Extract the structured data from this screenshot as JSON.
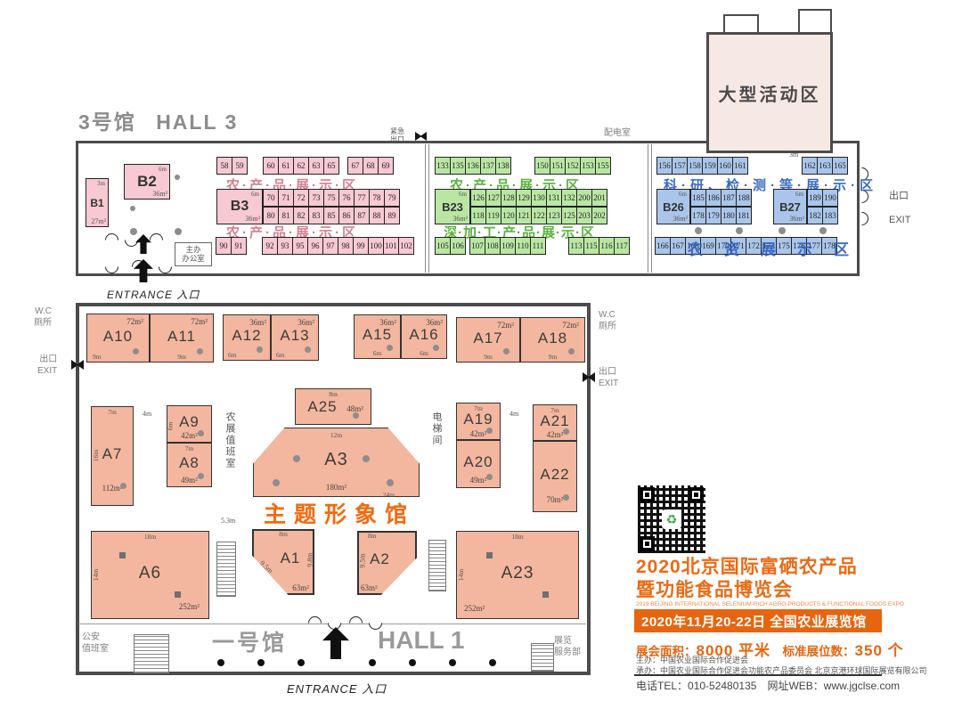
{
  "hall3": {
    "title_cn": "3号馆",
    "title_en": "HALL 3",
    "activity_area": "大型活动区",
    "power_room": "配电室",
    "emergency_exit": "紧急\n出口",
    "exit_cn": "出口",
    "exit_en": "EXIT",
    "office": "主办\n办公室",
    "entrance": "ENTRANCE 入口",
    "pink": {
      "label1": "农·产·品·展·示·区",
      "label2": "农·产·品·展·示·区",
      "b1": {
        "name": "B1",
        "area": "27m²",
        "dim": "3m"
      },
      "b2": {
        "name": "B2",
        "area": "36m²",
        "dim": "6m"
      },
      "b3": {
        "name": "B3",
        "area": "36m²",
        "dim": "6m"
      },
      "row1a": [
        "58",
        "59"
      ],
      "row1b": [
        "60",
        "61",
        "62",
        "63",
        "65"
      ],
      "row1c": [
        "67",
        "68",
        "69"
      ],
      "row2a": [
        "70",
        "71",
        "72",
        "73",
        "75",
        "76",
        "77",
        "78",
        "79"
      ],
      "row2b": [
        "80",
        "81",
        "82",
        "83",
        "85",
        "86",
        "87",
        "88",
        "89"
      ],
      "row3a": [
        "90",
        "91"
      ],
      "row3b": [
        "92",
        "93",
        "95",
        "96",
        "97",
        "98",
        "99",
        "100",
        "101",
        "102"
      ]
    },
    "green": {
      "label1": "农·产·品·展·示·区",
      "label2": "深·加·工·产·品·展·示·区",
      "b23": {
        "name": "B23",
        "area": "36m²",
        "dim": "6m"
      },
      "row1a": [
        "133",
        "135",
        "136",
        "137",
        "138"
      ],
      "row1b": [
        "150",
        "151",
        "152",
        "153",
        "155"
      ],
      "row2a": [
        "126",
        "127",
        "128",
        "129",
        "130",
        "131",
        "132",
        "200",
        "201"
      ],
      "row2b": [
        "118",
        "119",
        "120",
        "121",
        "122",
        "123",
        "125",
        "203",
        "202"
      ],
      "row3a": [
        "105",
        "106"
      ],
      "row3b": [
        "107",
        "108",
        "109",
        "110",
        "111"
      ],
      "row3c": [
        "113",
        "115",
        "116",
        "117"
      ]
    },
    "blue": {
      "label1": "科·研、检·测·等·展·示·区",
      "overlay": "农资展示区",
      "dim3m": "3m",
      "b26": {
        "name": "B26",
        "area": "36m²",
        "dim": "6m"
      },
      "b27": {
        "name": "B27",
        "area": "36m²",
        "dim": "6m"
      },
      "row1a": [
        "156",
        "157",
        "158",
        "159",
        "160",
        "161"
      ],
      "row1b": [
        "162",
        "163",
        "165"
      ],
      "b26r1": [
        "185",
        "186",
        "187",
        "188"
      ],
      "b26r2": [
        "178",
        "179",
        "180",
        "181"
      ],
      "b27r1": [
        "189",
        "190"
      ],
      "b27r2": [
        "182",
        "183"
      ],
      "row3": [
        "166",
        "167",
        "168",
        "169",
        "170",
        "171",
        "172",
        "173",
        "175",
        "176",
        "177",
        "178"
      ]
    }
  },
  "hall1": {
    "hall_cn": "一号馆",
    "hall_en": "HALL 1",
    "entrance": "ENTRANCE 入口",
    "theme_label": "主题形象馆",
    "wc": "W.C\n厕所",
    "exit": "出口\nEXIT",
    "duty_room": "农展值班室",
    "elevator": "电梯间",
    "police": "公安\n值班室",
    "service": "展览\n服务部",
    "m4a": "4m",
    "m4b": "4m",
    "m53": "5.3m",
    "booths": {
      "a10": {
        "name": "A10",
        "area": "72m²",
        "dim_bottom": "9m"
      },
      "a11": {
        "name": "A11",
        "area": "72m²",
        "dim_bottom": "9m"
      },
      "a12": {
        "name": "A12",
        "area": "36m²",
        "dim_bottom": "6m"
      },
      "a13": {
        "name": "A13",
        "area": "36m²",
        "dim_bottom": "6m"
      },
      "a15": {
        "name": "A15",
        "area": "36m²",
        "dim_bottom": "6m"
      },
      "a16": {
        "name": "A16",
        "area": "36m²",
        "dim_bottom": "6m"
      },
      "a17": {
        "name": "A17",
        "area": "72m²",
        "dim_bottom": "9m"
      },
      "a18": {
        "name": "A18",
        "area": "72m²",
        "dim_bottom": "9m"
      },
      "a25": {
        "name": "A25",
        "area": "48m²",
        "dim_top": "8m"
      },
      "a9": {
        "name": "A9",
        "area": "42m²",
        "dim_left": "6m"
      },
      "a8": {
        "name": "A8",
        "area": "49m²",
        "dim_top": "7m"
      },
      "a7": {
        "name": "A7",
        "area": "112m²",
        "dim_top": "7m",
        "dim_left": "16m"
      },
      "a3": {
        "name": "A3",
        "area": "180m²",
        "dim_top": "12m",
        "dim_bottom": "24m"
      },
      "a19": {
        "name": "A19",
        "area": "42m²",
        "dim_top": "7m"
      },
      "a20": {
        "name": "A20",
        "area": "49m²"
      },
      "a21": {
        "name": "A21",
        "area": "42m²",
        "dim_top": "7m"
      },
      "a22": {
        "name": "A22",
        "area": "70m²"
      },
      "a6": {
        "name": "A6",
        "area": "252m²",
        "dim_top": "18m",
        "dim_left": "14m"
      },
      "a1": {
        "name": "A1",
        "area": "63m²",
        "dim_top": "8m",
        "dim_right": "9.8m",
        "dim_diag": "9.5m"
      },
      "a2": {
        "name": "A2",
        "area": "63m²",
        "dim_top": "8m",
        "dim_left": "9.5m"
      },
      "a23": {
        "name": "A23",
        "area": "252m²",
        "dim_top": "18m",
        "dim_left": "14m"
      }
    }
  },
  "info": {
    "title_line1": "2020北京国际富硒农产品",
    "title_line2": "暨功能食品博览会",
    "subtitle_en": "2019 BEIJING INTERNATIONAL SELENIUM-RICH AGRO-PRODUCTS & FUNCTIONAL FOODS EXPO",
    "banner": "2020年11月20-22日 全国农业展览馆",
    "stats_label1": "展会面积：",
    "stats_value1": "8000 平米",
    "stats_label2": "　标准展位数：",
    "stats_value2": "350 个",
    "host": "主办：中国农业国际合作促进会",
    "organizer": "承办：中国农业国际合作促进会功能农产品委员会 北京京港环球国际展览有限公司",
    "phone_label": "电话TEL：",
    "phone": "010-52480135",
    "web_label": "　网址WEB：",
    "web": "www.jgclse.com",
    "qr_icon": "♻"
  }
}
